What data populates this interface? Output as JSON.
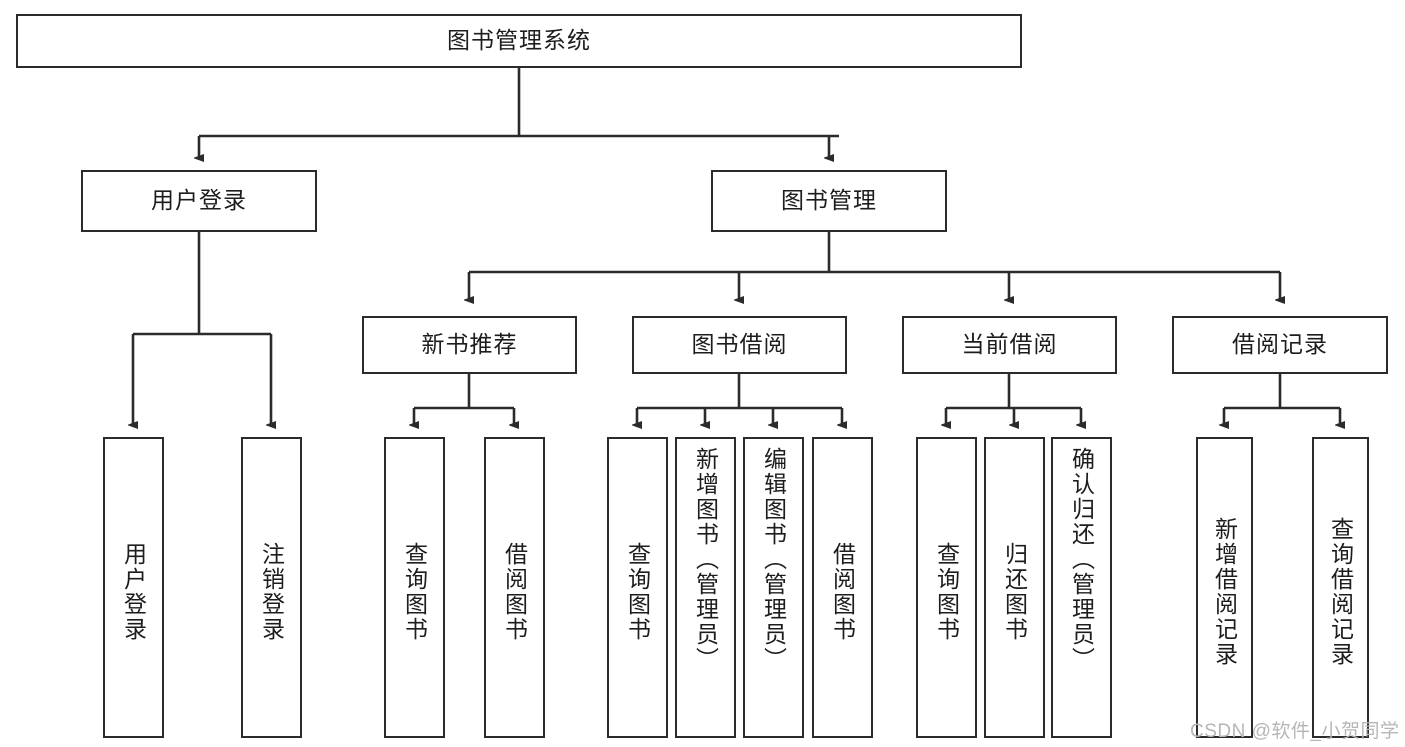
{
  "diagram": {
    "title": "图书管理系统",
    "type": "tree-hierarchy",
    "root": {
      "id": "root",
      "label": "图书管理系统"
    },
    "level2": [
      {
        "id": "user-login",
        "label": "用户登录"
      },
      {
        "id": "book-manage",
        "label": "图书管理"
      }
    ],
    "level3": [
      {
        "id": "new-book-recommend",
        "label": "新书推荐"
      },
      {
        "id": "book-borrow",
        "label": "图书借阅"
      },
      {
        "id": "current-borrow",
        "label": "当前借阅"
      },
      {
        "id": "borrow-record",
        "label": "借阅记录"
      }
    ],
    "leaves": {
      "user_login": [
        {
          "id": "leaf-user-login",
          "label": "用户登录"
        },
        {
          "id": "leaf-logout-login",
          "label": "注销登录"
        }
      ],
      "new_book_recommend": [
        {
          "id": "leaf-query-book-1",
          "label": "查询图书"
        },
        {
          "id": "leaf-borrow-book-1",
          "label": "借阅图书"
        }
      ],
      "book_borrow": [
        {
          "id": "leaf-query-book-2",
          "label": "查询图书"
        },
        {
          "id": "leaf-add-book",
          "label": "新增图书（管理员）"
        },
        {
          "id": "leaf-edit-book",
          "label": "编辑图书（管理员）"
        },
        {
          "id": "leaf-borrow-book-2",
          "label": "借阅图书"
        }
      ],
      "current_borrow": [
        {
          "id": "leaf-query-book-3",
          "label": "查询图书"
        },
        {
          "id": "leaf-return-book",
          "label": "归还图书"
        },
        {
          "id": "leaf-confirm-return",
          "label": "确认归还（管理员）"
        }
      ],
      "borrow_record": [
        {
          "id": "leaf-add-record",
          "label": "新增借阅记录"
        },
        {
          "id": "leaf-query-record",
          "label": "查询借阅记录"
        }
      ]
    }
  },
  "watermark": {
    "text": "CSDN @软件_小贺同学"
  },
  "colors": {
    "stroke": "#2b2b2b",
    "background": "#ffffff",
    "text": "#1d1d1d",
    "watermark": "#b6b6b6"
  }
}
